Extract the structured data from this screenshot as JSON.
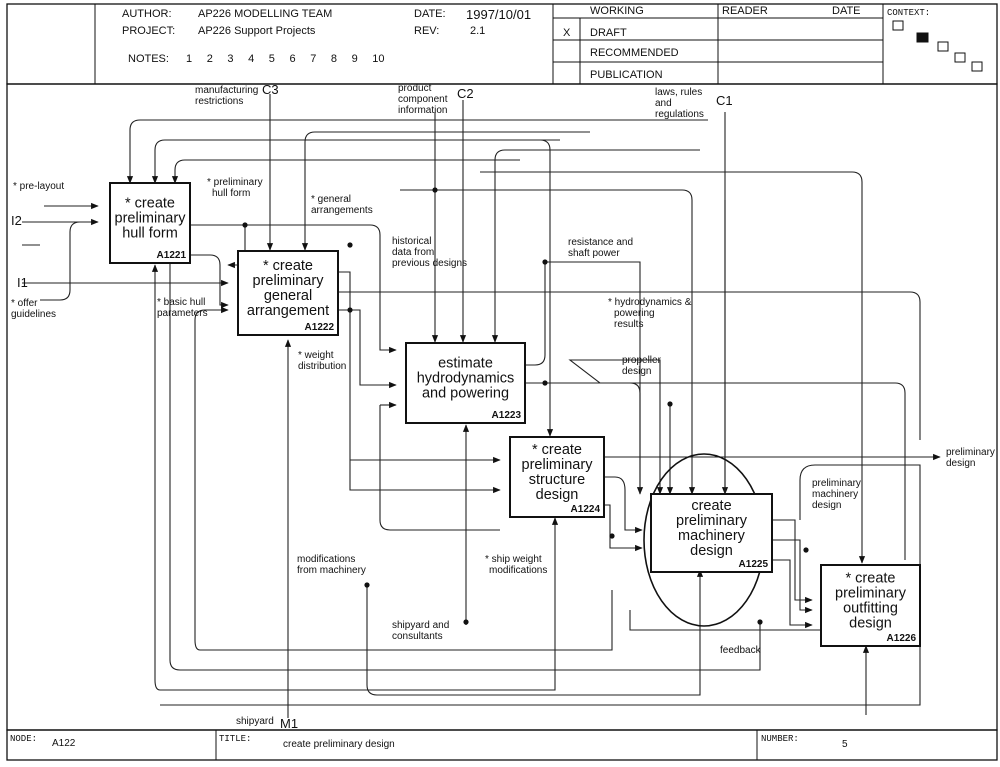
{
  "header": {
    "author_label": "AUTHOR:",
    "author": "AP226 MODELLING TEAM",
    "project_label": "PROJECT:",
    "project": "AP226 Support Projects",
    "notes_label": "NOTES:",
    "notes": [
      "1",
      "2",
      "3",
      "4",
      "5",
      "6",
      "7",
      "8",
      "9",
      "10"
    ],
    "date_label": "DATE:",
    "date": "1997/10/01",
    "rev_label": "REV:",
    "rev": "2.1",
    "status": [
      "WORKING",
      "DRAFT",
      "RECOMMENDED",
      "PUBLICATION"
    ],
    "status_mark": "X",
    "reader_label": "READER",
    "date2_label": "DATE",
    "context_label": "CONTEXT:"
  },
  "boxes": [
    {
      "title": [
        "* create",
        "preliminary",
        "hull form"
      ],
      "id": "A1221"
    },
    {
      "title": [
        "* create",
        "preliminary",
        "general",
        "arrangement"
      ],
      "id": "A1222"
    },
    {
      "title": [
        "estimate",
        "hydrodynamics",
        "and powering"
      ],
      "id": "A1223"
    },
    {
      "title": [
        "* create",
        "preliminary",
        "structure",
        "design"
      ],
      "id": "A1224"
    },
    {
      "title": [
        "create",
        "preliminary",
        "machinery",
        "design"
      ],
      "id": "A1225"
    },
    {
      "title": [
        "* create",
        "preliminary",
        "outfitting",
        "design"
      ],
      "id": "A1226"
    }
  ],
  "codes": {
    "c3": "C3",
    "c2": "C2",
    "c1": "C1",
    "i2": "I2",
    "i1": "I1",
    "m1": "M1"
  },
  "labels": {
    "manufacturing_restrictions": [
      "manufacturing",
      "restrictions"
    ],
    "product_component_information": [
      "product",
      "component",
      "information"
    ],
    "laws_rules_regulations": [
      "laws, rules",
      "and",
      "regulations"
    ],
    "pre_layout": "* pre-layout",
    "offer_guidelines": [
      "* offer",
      "guidelines"
    ],
    "preliminary_hull_form": [
      "* preliminary",
      "hull form"
    ],
    "general_arrangements": [
      "* general",
      "arrangements"
    ],
    "basic_hull_parameters": [
      "* basic hull",
      "parameters"
    ],
    "historical_data": [
      "historical",
      "data from",
      "previous designs"
    ],
    "resistance_shaft_power": [
      "resistance and",
      "shaft power"
    ],
    "hydrodynamics_powering_results": [
      "* hydrodynamics &",
      "powering",
      "results"
    ],
    "weight_distribution": [
      "* weight",
      "distribution"
    ],
    "propeller_design": [
      "propeller",
      "design"
    ],
    "preliminary_design_out": [
      "preliminary",
      "design"
    ],
    "preliminary_machinery_design": [
      "preliminary",
      "machinery",
      "design"
    ],
    "modifications_from_machinery": [
      "modifications",
      "from machinery"
    ],
    "ship_weight_modifications": [
      "* ship weight",
      "modifications"
    ],
    "shipyard_consultants": [
      "shipyard and",
      "consultants"
    ],
    "feedback": "feedback",
    "shipyard": "shipyard"
  },
  "footer": {
    "node_label": "NODE:",
    "node": "A122",
    "title_label": "TITLE:",
    "title": "create preliminary design",
    "number_label": "NUMBER:",
    "number": "5"
  }
}
